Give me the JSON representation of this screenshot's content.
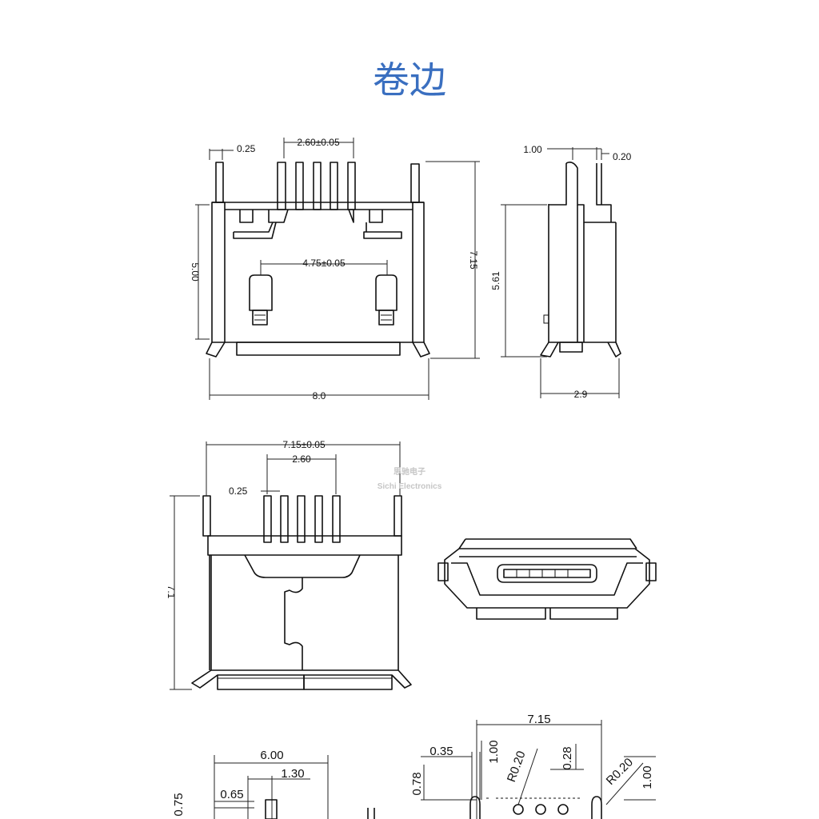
{
  "title": "卷边",
  "watermark": {
    "line1": "思驰电子",
    "line2": "Sichi Electronics"
  },
  "views": {
    "front": {
      "dims": {
        "lead_thk": "0.25",
        "pitch": "2.60±0.05",
        "peg_span": "4.75±0.05",
        "body_h": "5.00",
        "total_h": "7.15",
        "width": "8.0"
      }
    },
    "side": {
      "dims": {
        "top": "1.00",
        "lead": "0.20",
        "height": "5.61",
        "depth": "2.9"
      }
    },
    "rear": {
      "dims": {
        "width": "7.15±0.05",
        "pitch": "2.60",
        "lead_thk": "0.25",
        "height": "7.1"
      }
    },
    "pcb_left": {
      "dims": {
        "width": "6.00",
        "inner": "1.30",
        "pad": "0.65",
        "pad_h": "0.75"
      }
    },
    "pcb_right": {
      "dims": {
        "width": "7.15",
        "slot_w": "0.35",
        "slot_h": "1.00",
        "radius_l": "R0.20",
        "gap": "0.28",
        "offset": "0.78",
        "radius_r": "R0.20",
        "slot_h_r": "1.00"
      }
    }
  }
}
